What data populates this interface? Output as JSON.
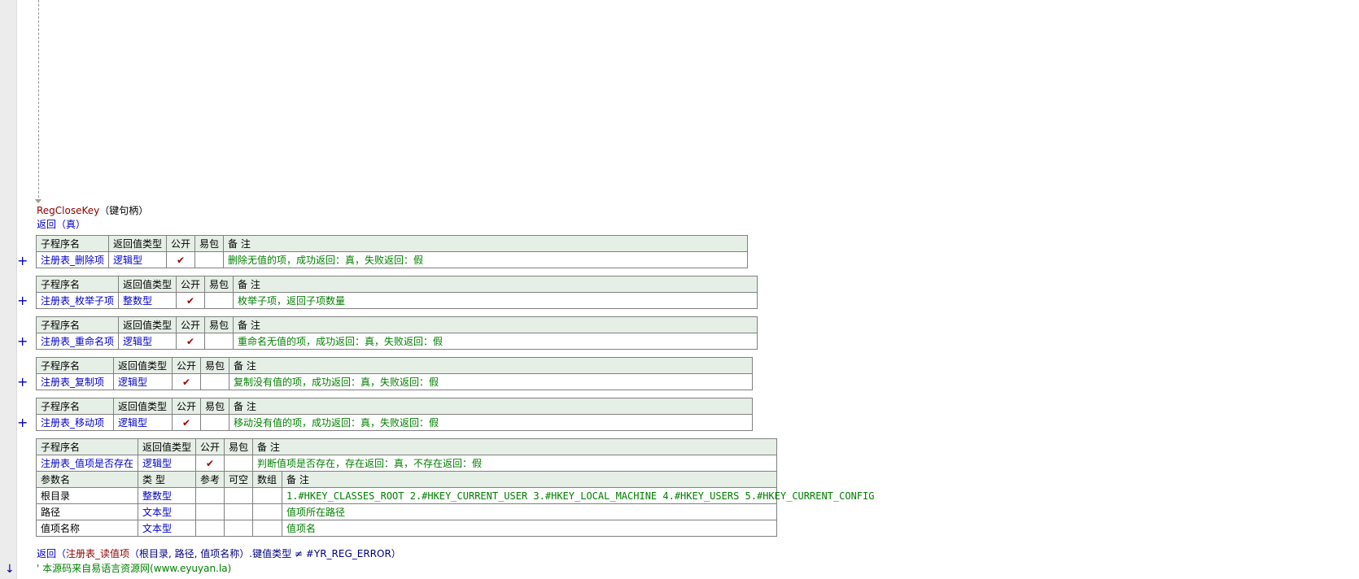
{
  "code": {
    "close_line": {
      "fn": "RegCloseKey",
      "args": "（键句柄）"
    },
    "return_true": {
      "kw": "返回",
      "args": "（真）"
    },
    "return_read": {
      "kw": "返回",
      "open": "（",
      "fn": "注册表_读值项",
      "args": "（根目录, 路径, 值项名称）.键值类型 ≠ #YR_REG_ERROR）"
    },
    "comment": "' 本源码来自易语言资源网(www.eyuyan.la)"
  },
  "table_headers": {
    "sub_name": "子程序名",
    "return_type": "返回值类型",
    "public": "公开",
    "easy_pack": "易包",
    "note": "备 注"
  },
  "param_headers": {
    "param_name": "参数名",
    "type": "类 型",
    "ref": "参考",
    "nullable": "可空",
    "array": "数组",
    "note": "备 注"
  },
  "check_mark": "✔",
  "expand_icon": "+",
  "collapse_icon": "↓",
  "subroutines": [
    {
      "name": "注册表_删除项",
      "return_type": "逻辑型",
      "note": "删除无值的项，成功返回：真，失败返回：假"
    },
    {
      "name": "注册表_枚举子项",
      "return_type": "整数型",
      "note": "枚举子项，返回子项数量"
    },
    {
      "name": "注册表_重命名项",
      "return_type": "逻辑型",
      "note": "重命名无值的项，成功返回：真，失败返回：假"
    },
    {
      "name": "注册表_复制项",
      "return_type": "逻辑型",
      "note": "复制没有值的项，成功返回：真，失败返回：假"
    },
    {
      "name": "注册表_移动项",
      "return_type": "逻辑型",
      "note": "移动没有值的项，成功返回：真，失败返回：假"
    },
    {
      "name": "注册表_值项是否存在",
      "return_type": "逻辑型",
      "note": "判断值项是否存在，存在返回：真，不存在返回：假"
    }
  ],
  "params": [
    {
      "name": "根目录",
      "type": "整数型",
      "note": "1.#HKEY_CLASSES_ROOT 2.#HKEY_CURRENT_USER 3.#HKEY_LOCAL_MACHINE 4.#HKEY_USERS 5.#HKEY_CURRENT_CONFIG"
    },
    {
      "name": "路径",
      "type": "文本型",
      "note": "值项所在路径"
    },
    {
      "name": "值项名称",
      "type": "文本型",
      "note": "值项名"
    }
  ]
}
